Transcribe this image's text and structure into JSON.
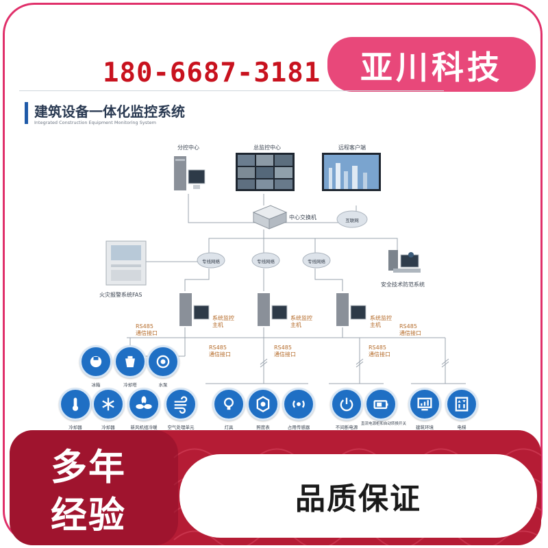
{
  "phone": "180-6687-3181",
  "brand": "亚川科技",
  "diagram": {
    "title": "建筑设备一体化监控系统",
    "subtitle": "Integrated Construction Equipment Monitoring System",
    "top_labels": [
      "分控中心",
      "总监控中心",
      "远程客户端"
    ],
    "switch_label": "中心交换机",
    "internet_label": "互联网",
    "network_clouds": [
      "专线网络",
      "专线网络",
      "专线网络"
    ],
    "fire_label": "火灾报警系统FAS",
    "security_label": "安全技术防范系统",
    "host_label_1": "系统监控",
    "host_label_2": "主机",
    "rs485_1": "RS485",
    "rs485_2": "通信接口",
    "devices": [
      "冰箱",
      "冷却塔",
      "水泵",
      "冷却器",
      "冷却器",
      "新风机组冷暖",
      "空气处理单元",
      "灯具",
      "照度表",
      "占用传感器",
      "不间断电源",
      "直流电源柜和自动转换开关",
      "建筑环境",
      "电梯"
    ]
  },
  "badge": {
    "line1": "多年",
    "line2": "经验"
  },
  "quality": "品质保证",
  "colors": {
    "brand_pink": "#e8487a",
    "phone_red": "#c8121e",
    "banner_red": "#b51c35",
    "icon_blue": "#1f6fc4"
  }
}
